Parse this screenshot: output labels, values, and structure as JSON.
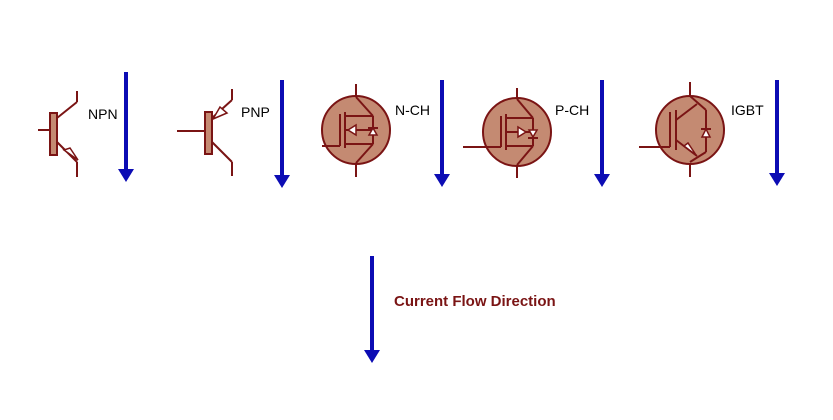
{
  "colors": {
    "symbol_stroke": "#7a1414",
    "symbol_fill": "#c48a72",
    "body_fill": "#c48a72",
    "arrow": "#0c0cb4",
    "caption": "#7a1414",
    "label": "#000000",
    "background": "#ffffff"
  },
  "devices": [
    {
      "id": "npn",
      "label": "NPN",
      "icon": "npn-transistor-icon"
    },
    {
      "id": "pnp",
      "label": "PNP",
      "icon": "pnp-transistor-icon"
    },
    {
      "id": "nch",
      "label": "N-CH",
      "icon": "n-channel-mosfet-icon"
    },
    {
      "id": "pch",
      "label": "P-CH",
      "icon": "p-channel-mosfet-icon"
    },
    {
      "id": "igbt",
      "label": "IGBT",
      "icon": "igbt-icon"
    }
  ],
  "legend": {
    "caption": "Current Flow Direction",
    "icon": "down-arrow-icon"
  }
}
